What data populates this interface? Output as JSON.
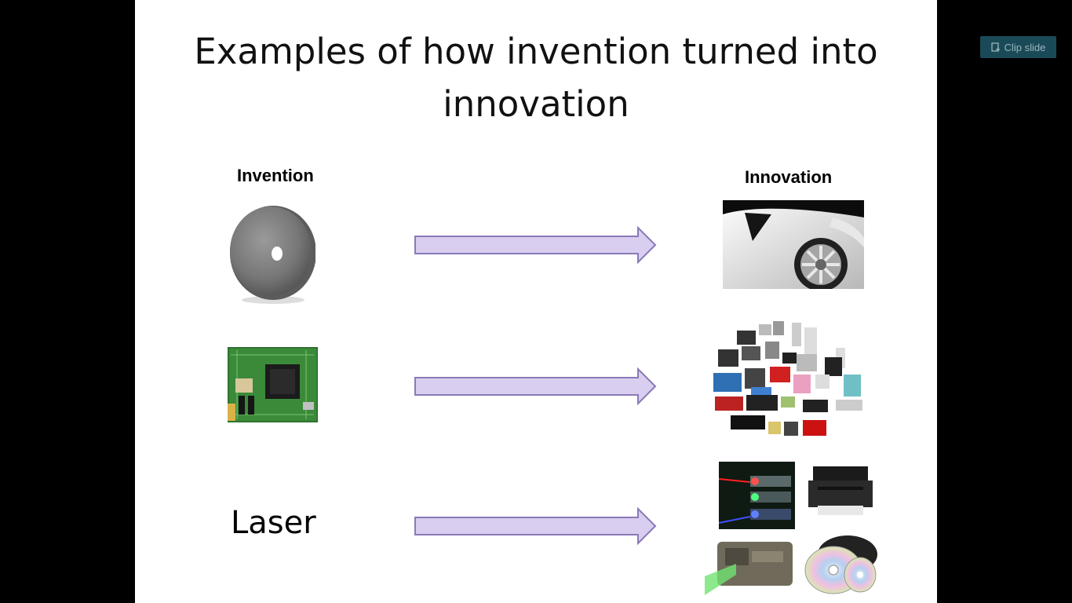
{
  "slide": {
    "title_line1": "Examples of how invention turned into",
    "title_line2": "innovation",
    "invention_heading": "Invention",
    "innovation_heading": "Innovation",
    "row3_invention_label": "Laser"
  },
  "toolbar": {
    "clip_label": "Clip slide",
    "clip_icon": "clip-icon"
  },
  "colors": {
    "arrow_fill": "#d9cef0",
    "arrow_stroke": "#8a79b7",
    "clip_button_bg": "#1a4a58"
  }
}
